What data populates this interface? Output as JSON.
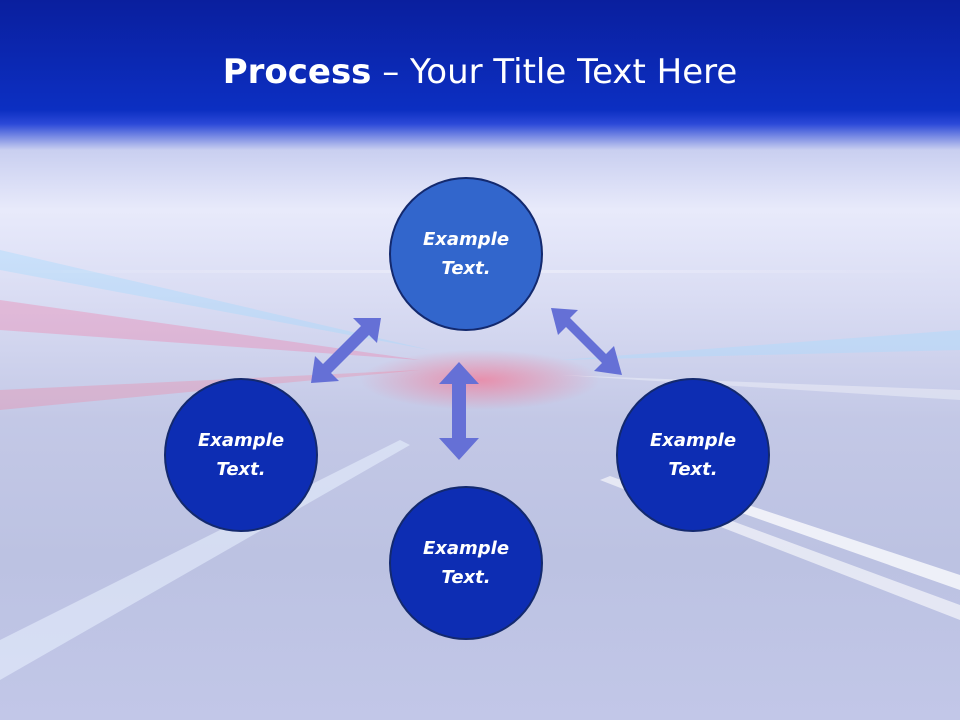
{
  "title": {
    "bold": "Process",
    "rest": " – Your Title Text Here"
  },
  "nodes": {
    "top": "Example Text.",
    "left": "Example Text.",
    "right": "Example Text.",
    "bottom": "Example Text."
  },
  "colors": {
    "header": "#0c2fc2",
    "circle_top": "#3266cc",
    "circle": "#0d2db3",
    "circle_border": "#13296e",
    "arrow": "#6570d6"
  }
}
